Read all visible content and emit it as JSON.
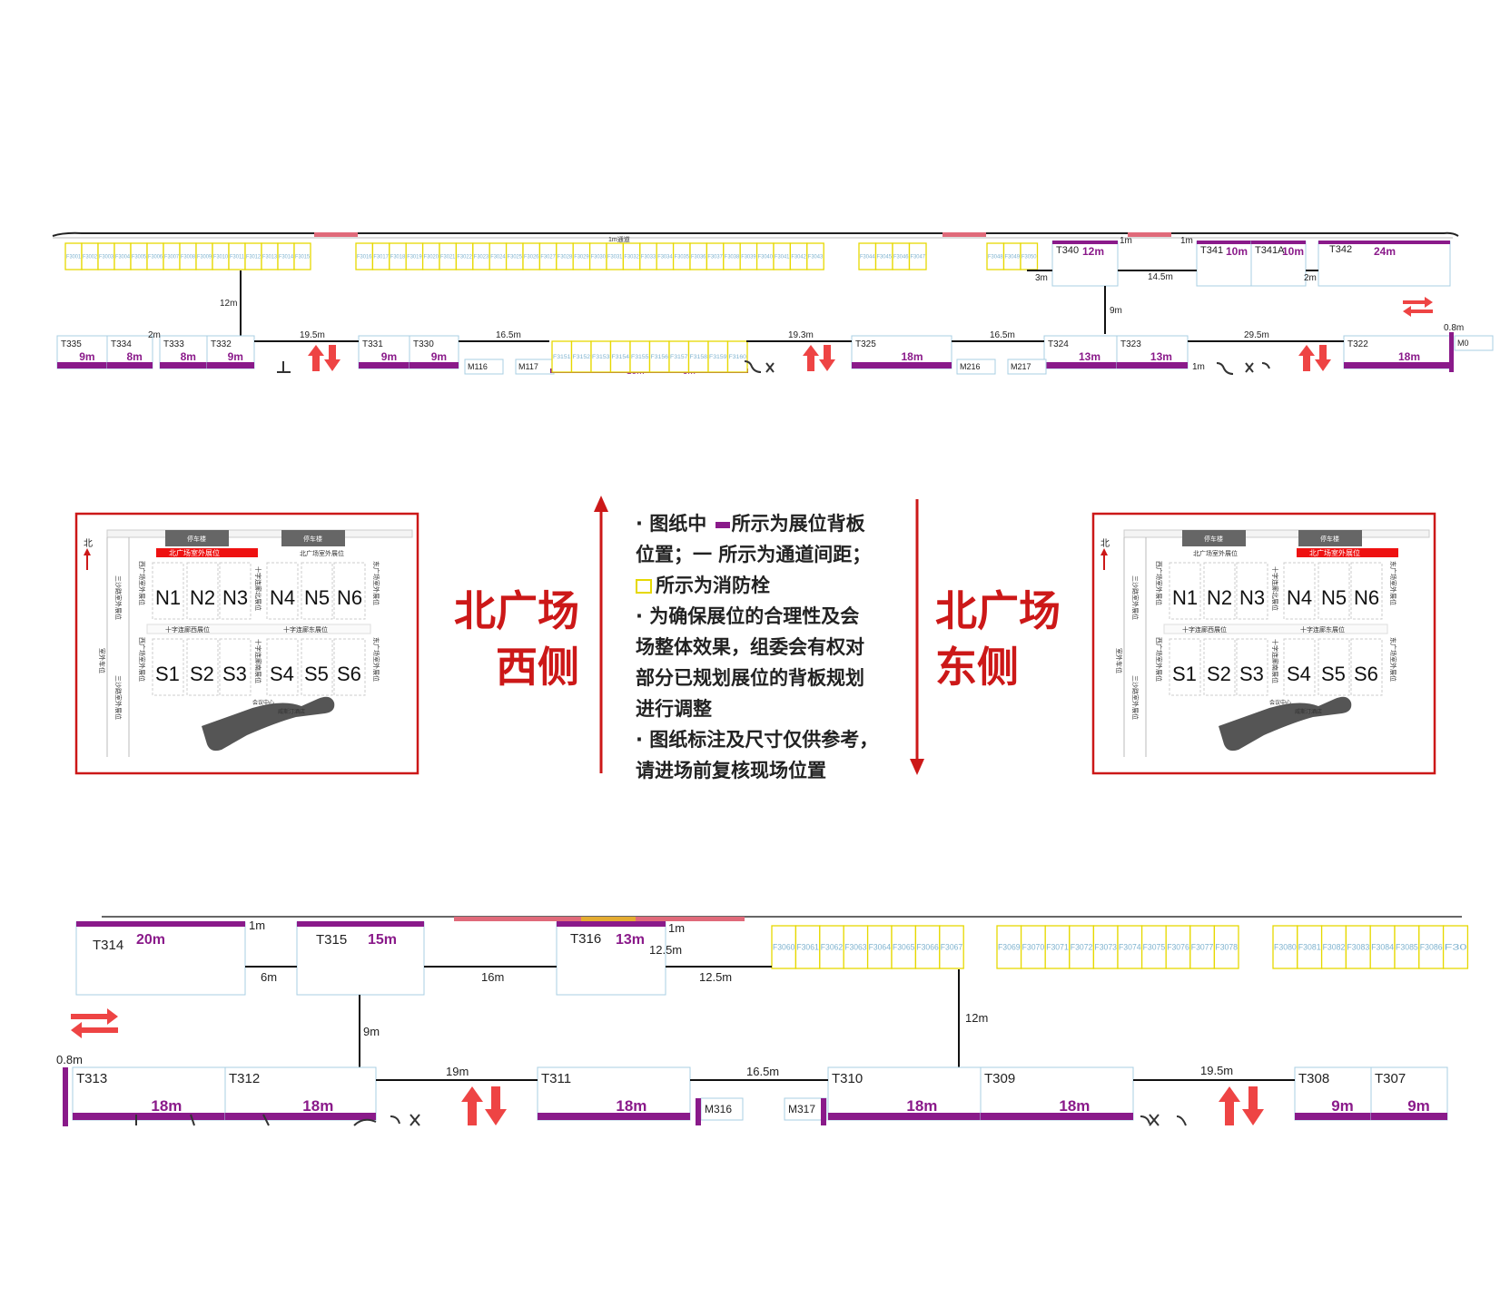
{
  "top_plan": {
    "corridor_label": "1m通道",
    "hydrants": {
      "group_a": [
        "F3001",
        "F3002",
        "F3003",
        "F3004",
        "F3005",
        "F3006",
        "F3007",
        "F3008",
        "F3009",
        "F3010",
        "F3011",
        "F3012",
        "F3013",
        "F3014",
        "F3015"
      ],
      "group_b": [
        "F3016",
        "F3017",
        "F3018",
        "F3019",
        "F3020",
        "F3021",
        "F3022",
        "F3023",
        "F3024",
        "F3025",
        "F3026",
        "F3027",
        "F3028",
        "F3029",
        "F3030",
        "F3031",
        "F3032",
        "F3033",
        "F3034",
        "F3035",
        "F3036",
        "F3037",
        "F3038",
        "F3039",
        "F3040",
        "F3041",
        "F3042",
        "F3043"
      ],
      "group_c": [
        "F3044",
        "F3045",
        "F3046",
        "F3047"
      ],
      "group_d": [
        "F3048",
        "F3049",
        "F3050"
      ],
      "group_mid": [
        "F3151",
        "F3152",
        "F3153",
        "F3154",
        "F3155",
        "F3156",
        "F3157",
        "F3158",
        "F3159",
        "F3160"
      ]
    },
    "booths_upper": [
      {
        "id": "T340",
        "size": "12m"
      },
      {
        "id": "T341",
        "size": "10m"
      },
      {
        "id": "T341A",
        "size": "10m"
      },
      {
        "id": "T342",
        "size": "24m"
      }
    ],
    "booths_lower": [
      {
        "id": "T335",
        "size": "9m"
      },
      {
        "id": "T334",
        "size": "8m"
      },
      {
        "id": "T333",
        "size": "8m"
      },
      {
        "id": "T332",
        "size": "9m"
      },
      {
        "id": "T331",
        "size": "9m"
      },
      {
        "id": "T330",
        "size": "9m"
      },
      {
        "id": "T325",
        "size": "18m"
      },
      {
        "id": "T324",
        "size": "13m"
      },
      {
        "id": "T323",
        "size": "13m"
      },
      {
        "id": "T322",
        "size": "18m"
      }
    ],
    "small_booths": [
      "M116",
      "M117",
      "M216",
      "M217",
      "M0"
    ],
    "dims": {
      "d_12m": "12m",
      "d_19_5": "19.5m",
      "d_16_5a": "16.5m",
      "d_19_3": "19.3m",
      "d_16_5b": "16.5m",
      "d_29_5": "29.5m",
      "d_9m": "9m",
      "d_3m": "3m",
      "d_14_5": "14.5m",
      "d_2m_a": "2m",
      "d_2m_b": "2m",
      "d_1m_a": "1m",
      "d_1m_b": "1m",
      "d_1m_c": "1m",
      "d_0_8": "0.8m",
      "d_10m": "10m",
      "d_9m_mid": "9m"
    }
  },
  "mini_maps": {
    "west": {
      "north_label": "北",
      "parking": [
        "停车楼",
        "停车楼"
      ],
      "highlight": "北广场室外展位",
      "north_plaza": "北广场室外展位",
      "north_halls": [
        "N1",
        "N2",
        "N3",
        "N4",
        "N5",
        "N6"
      ],
      "south_halls": [
        "S1",
        "S2",
        "S3",
        "S4",
        "S5",
        "S6"
      ],
      "cross_south_west": "十字连廊西展位",
      "cross_south_east": "十字连廊东展位",
      "west_plaza": "西广场室外展位",
      "east_plaza": "东广场室外展位",
      "sanjia": "三沙路室外展位",
      "outdoor_car": "室外车位",
      "cross_north": "十字连廊北展位",
      "cross_south": "十字连廊南展位",
      "conf": "会议中心",
      "hotel": "威斯汀酒店"
    },
    "east": {
      "north_label": "北",
      "parking": [
        "停车楼",
        "停车楼"
      ],
      "highlight": "北广场室外展位",
      "north_plaza": "北广场室外展位",
      "north_halls": [
        "N1",
        "N2",
        "N3",
        "N4",
        "N5",
        "N6"
      ],
      "south_halls": [
        "S1",
        "S2",
        "S3",
        "S4",
        "S5",
        "S6"
      ],
      "cross_south_west": "十字连廊西展位",
      "cross_south_east": "十字连廊东展位",
      "west_plaza": "西广场室外展位",
      "east_plaza": "东广场室外展位",
      "sanjia": "三沙路室外展位",
      "outdoor_car": "室外车位",
      "cross_north": "十字连廊北展位",
      "cross_south": "十字连廊南展位",
      "conf": "会议中心",
      "hotel": "威斯汀酒店"
    }
  },
  "side_labels": {
    "west_line1": "北广场",
    "west_line2": "西侧",
    "east_line1": "北广场",
    "east_line2": "东侧"
  },
  "legend": {
    "l1a": "· 图纸中",
    "l1b": "所示为展位背板",
    "l2": "位置；一 所示为通道间距；",
    "l3": "所示为消防栓",
    "l4": "· 为确保展位的合理性及会",
    "l5": "场整体效果，组委会有权对",
    "l6": "部分已规划展位的背板规划",
    "l7": "进行调整",
    "l8": "· 图纸标注及尺寸仅供参考，",
    "l9": "请进场前复核现场位置"
  },
  "bottom_plan": {
    "hydrants": {
      "group_a": [
        "F3060",
        "F3061",
        "F3062",
        "F3063",
        "F3064",
        "F3065",
        "F3066",
        "F3067"
      ],
      "group_b": [
        "F3069",
        "F3070",
        "F3071",
        "F3072",
        "F3073",
        "F3074",
        "F3075",
        "F3076",
        "F3077",
        "F3078"
      ],
      "group_c": [
        "F3080",
        "F3081",
        "F3082",
        "F3083",
        "F3084",
        "F3085",
        "F3086",
        "F30"
      ]
    },
    "booths_upper": [
      {
        "id": "T314",
        "size": "20m"
      },
      {
        "id": "T315",
        "size": "15m"
      },
      {
        "id": "T316",
        "size": "13m"
      }
    ],
    "booths_lower": [
      {
        "id": "T313",
        "size": "18m"
      },
      {
        "id": "T312",
        "size": "18m"
      },
      {
        "id": "T311",
        "size": "18m"
      },
      {
        "id": "T310",
        "size": "18m"
      },
      {
        "id": "T309",
        "size": "18m"
      },
      {
        "id": "T308",
        "size": "9m"
      },
      {
        "id": "T307",
        "size": "9m"
      }
    ],
    "small_booths": [
      "M316",
      "M317"
    ],
    "dims": {
      "d_1m_a": "1m",
      "d_1m_b": "1m",
      "d_6m": "6m",
      "d_16m": "16m",
      "d_12_5a": "12.5m",
      "d_12_5b": "12.5m",
      "d_12m": "12m",
      "d_9m": "9m",
      "d_19m": "19m",
      "d_16_5": "16.5m",
      "d_19_5": "19.5m",
      "d_0_8": "0.8m"
    }
  },
  "colors": {
    "backboard": "#8a1a8a",
    "booth_border": "#a8cfe3",
    "hydrant": "#e6d800",
    "accent_red": "#cc1818",
    "arrow": "#ee4444"
  }
}
